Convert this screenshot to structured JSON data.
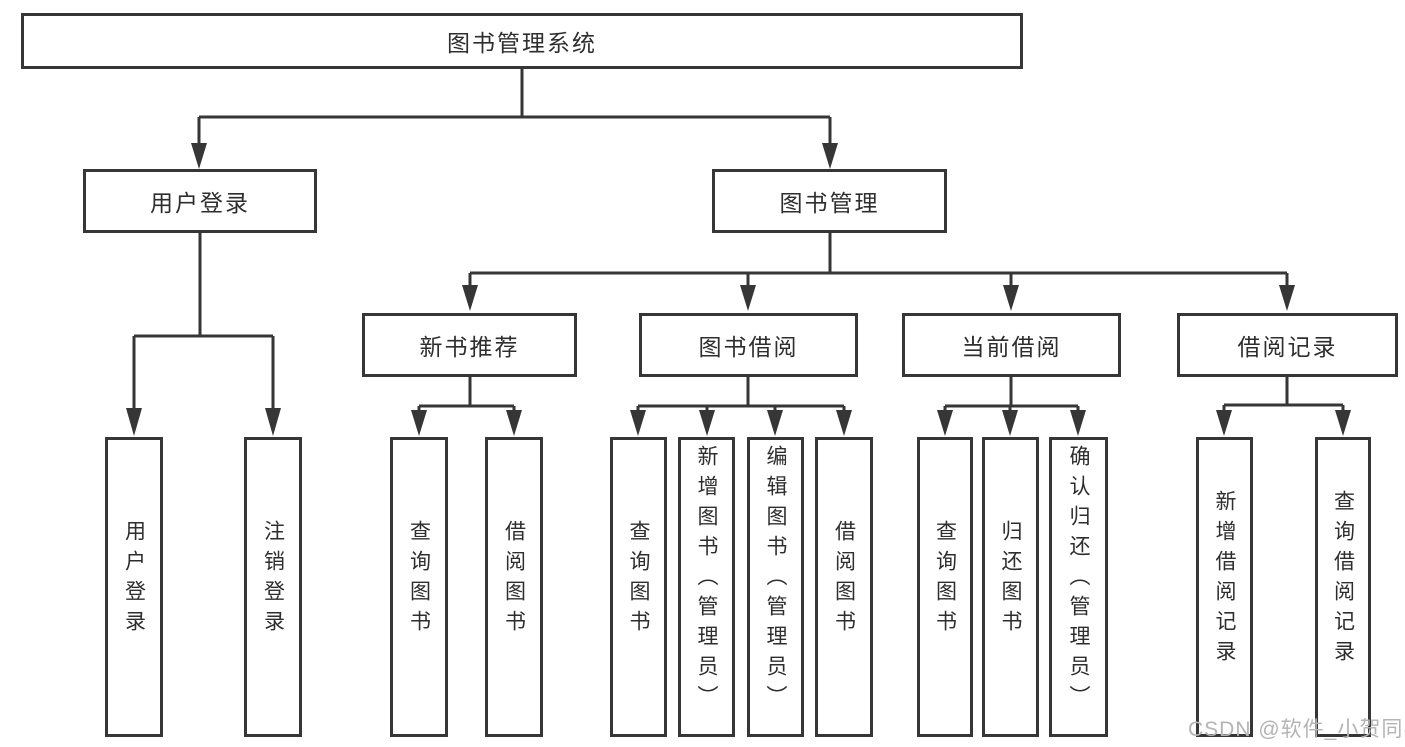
{
  "diagram": {
    "root": {
      "label": "图书管理系统"
    },
    "level2": [
      {
        "label": "用户登录"
      },
      {
        "label": "图书管理"
      }
    ],
    "level3": [
      {
        "label": "新书推荐"
      },
      {
        "label": "图书借阅"
      },
      {
        "label": "当前借阅"
      },
      {
        "label": "借阅记录"
      }
    ],
    "leaves": [
      {
        "label": "用户登录"
      },
      {
        "label": "注销登录"
      },
      {
        "label": "查询图书"
      },
      {
        "label": "借阅图书"
      },
      {
        "label": "查询图书"
      },
      {
        "label": "新增图书（管理员）"
      },
      {
        "label": "编辑图书（管理员）"
      },
      {
        "label": "借阅图书"
      },
      {
        "label": "查询图书"
      },
      {
        "label": "归还图书"
      },
      {
        "label": "确认归还（管理员）"
      },
      {
        "label": "新增借阅记录"
      },
      {
        "label": "查询借阅记录"
      }
    ],
    "watermark": "CSDN @软件_小贺同学",
    "colors": {
      "line": "#363636",
      "text": "#2e2e2e",
      "watermark": "#b4b4b4",
      "background": "#ffffff"
    }
  }
}
